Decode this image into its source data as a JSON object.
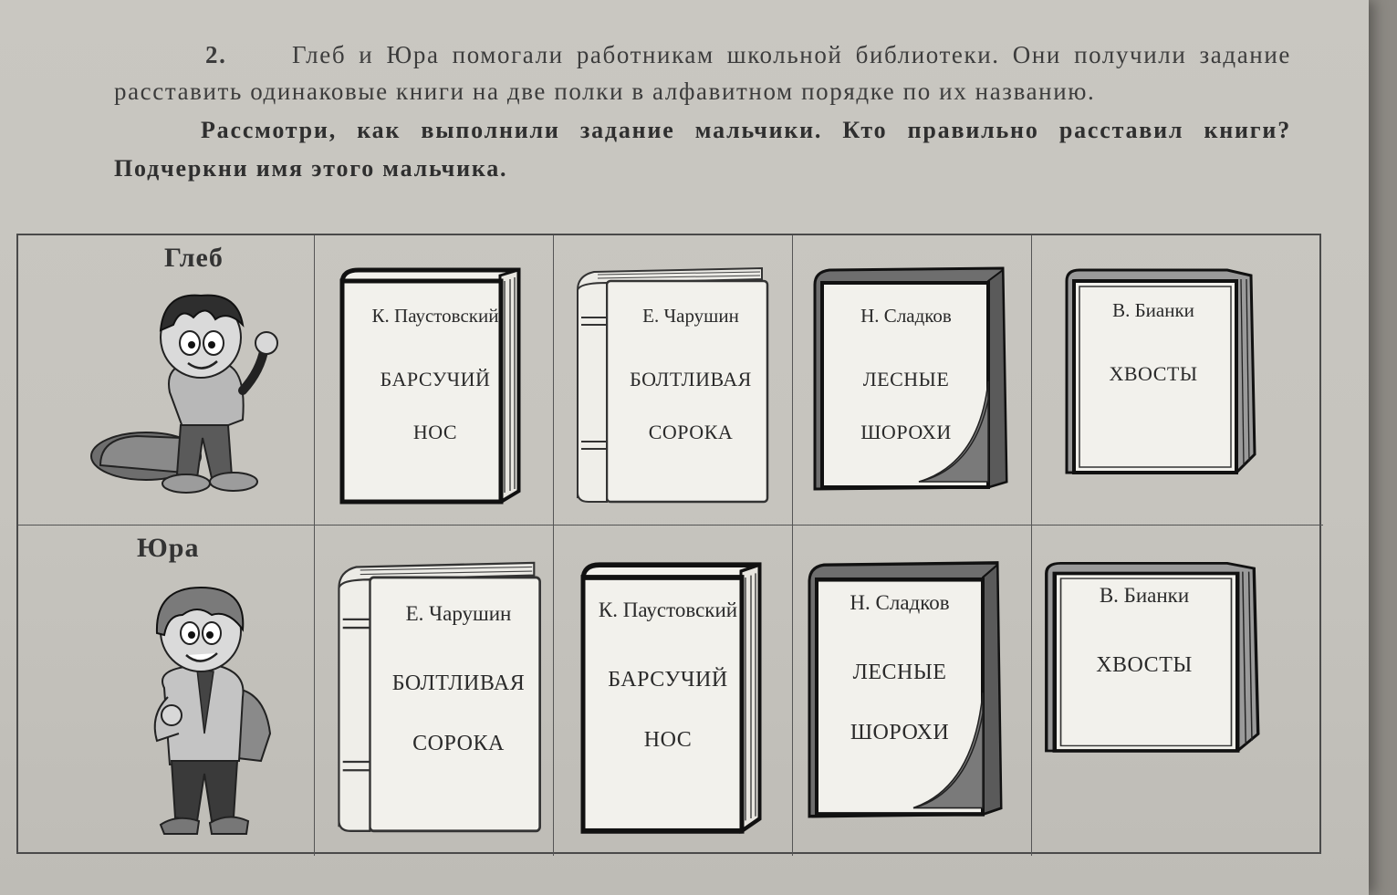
{
  "task": {
    "number": "2.",
    "intro": "Глеб и Юра помогали работникам школьной библиотеки. Они получили задание расставить одинаковые книги на две полки в алфавитном порядке по их названию.",
    "instruction": "Рассмотри, как выполнили задание мальчики. Кто правильно расставил книги? Подчеркни имя этого мальчика."
  },
  "rows": [
    {
      "name": "Глеб",
      "books": [
        {
          "author": "К. Паустовский",
          "title_line1": "БАРСУЧИЙ",
          "title_line2": "НОС"
        },
        {
          "author": "Е. Чарушин",
          "title_line1": "БОЛТЛИВАЯ",
          "title_line2": "СОРОКА"
        },
        {
          "author": "Н. Сладков",
          "title_line1": "ЛЕСНЫЕ",
          "title_line2": "ШОРОХИ"
        },
        {
          "author": "В. Бианки",
          "title_line1": "ХВОСТЫ",
          "title_line2": ""
        }
      ]
    },
    {
      "name": "Юра",
      "books": [
        {
          "author": "Е. Чарушин",
          "title_line1": "БОЛТЛИВАЯ",
          "title_line2": "СОРОКА"
        },
        {
          "author": "К. Паустовский",
          "title_line1": "БАРСУЧИЙ",
          "title_line2": "НОС"
        },
        {
          "author": "Н. Сладков",
          "title_line1": "ЛЕСНЫЕ",
          "title_line2": "ШОРОХИ"
        },
        {
          "author": "В. Бианки",
          "title_line1": "ХВОСТЫ",
          "title_line2": ""
        }
      ]
    }
  ]
}
